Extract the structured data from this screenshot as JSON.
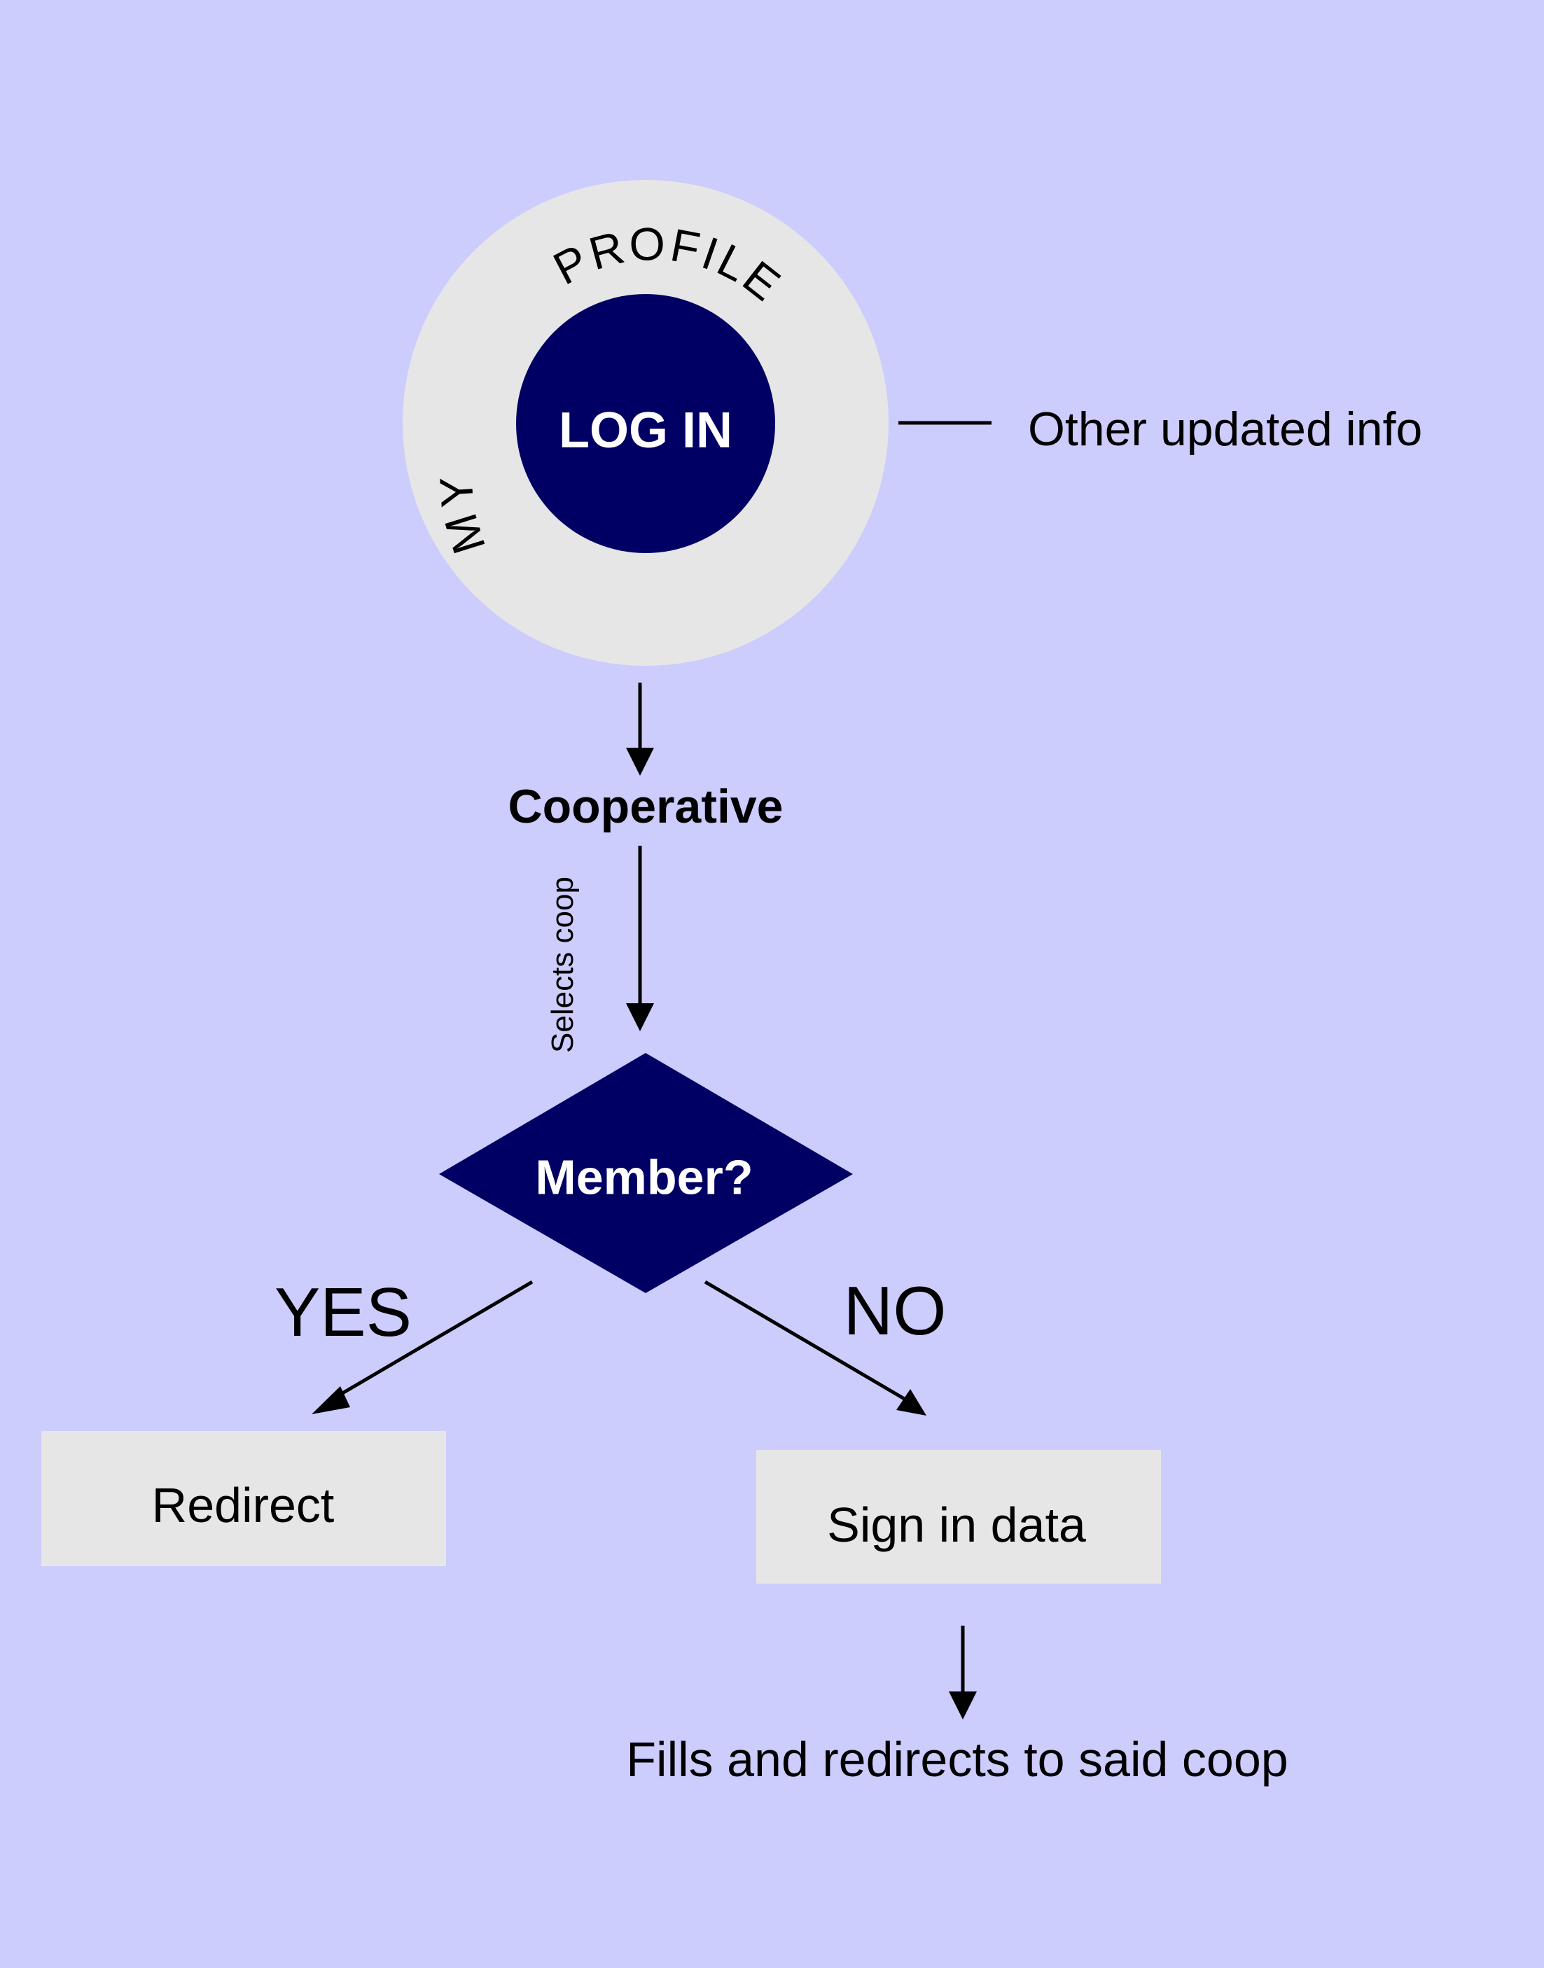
{
  "colors": {
    "background": "#ccccfd",
    "node_fill": "#000064",
    "box_fill": "#e6e6e6",
    "ring_fill": "#e6e6e6",
    "ink": "#000000",
    "node_text": "#ffffff"
  },
  "profile": {
    "ring_word_top": "PROFILE",
    "ring_word_side": "MY",
    "login_label": "LOG IN",
    "side_note": "Other updated info"
  },
  "flow": {
    "cooperative_label": "Cooperative",
    "selects_label": "Selects coop",
    "decision_label": "Member?",
    "yes_label": "YES",
    "no_label": "NO",
    "redirect_label": "Redirect",
    "signin_label": "Sign in data",
    "final_label": "Fills and redirects to said coop"
  }
}
